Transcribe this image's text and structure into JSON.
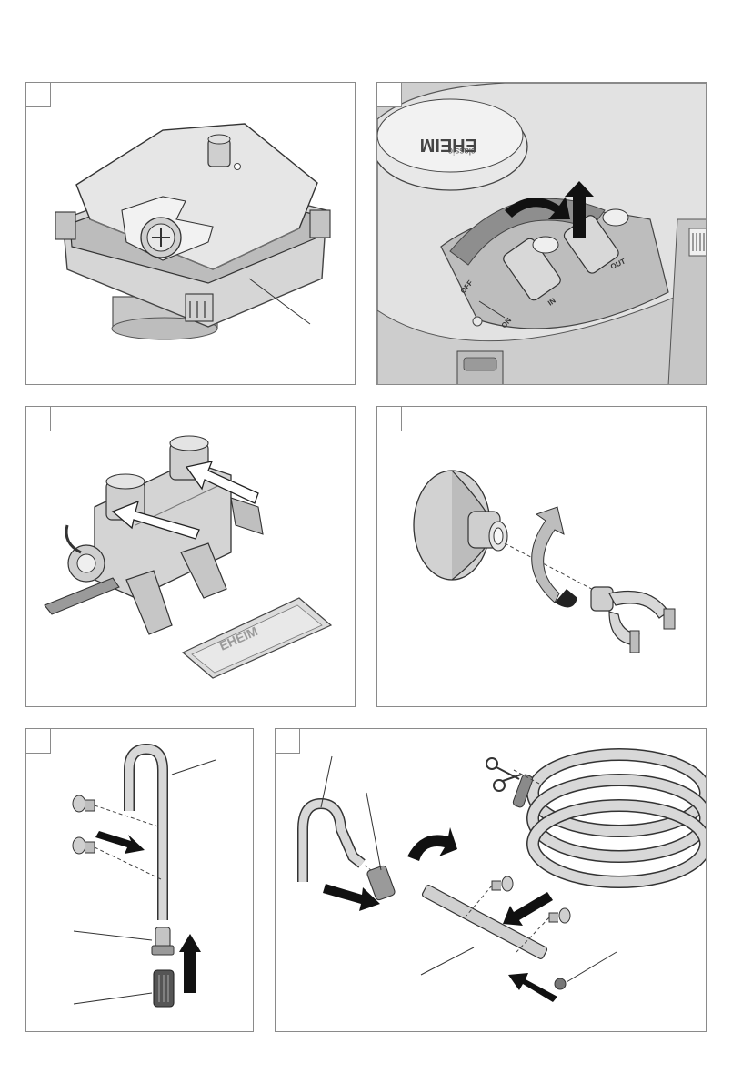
{
  "steps": [
    "",
    "",
    "",
    "",
    "",
    ""
  ],
  "panel2": {
    "brand_text": "EHEIM",
    "sub_brand_text": "classic",
    "label_off": "OFF",
    "label_on": "ON",
    "label_in": "IN",
    "label_out": "OUT"
  },
  "panel3": {
    "packet_text": "EHEIM"
  }
}
